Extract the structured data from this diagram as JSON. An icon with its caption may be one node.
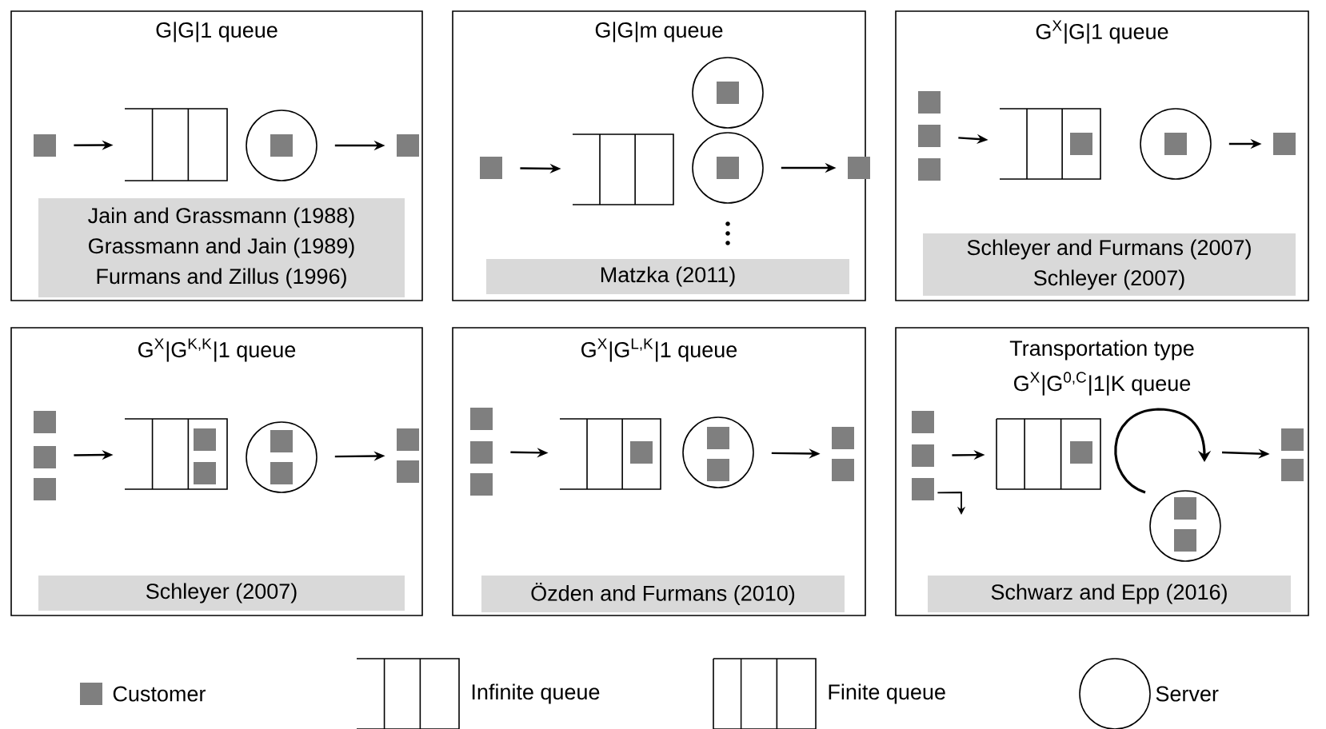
{
  "diagram": {
    "nodes": [
      {
        "text": [
          "G|G|1 queue"
        ]
      },
      {
        "text": [],
        "shape": "box",
        "in": 0
      },
      {
        "text": [],
        "shape": "box",
        "in": 0
      },
      {
        "text": [],
        "shape": "circle",
        "in": 0
      },
      {
        "text": [],
        "shape": "box",
        "in": 0
      },
      {
        "text": [
          "Jain and Grassmann (1988)",
          "Grassmann and Jain (1989)",
          "Furmans and Zillus (1996)"
        ],
        "in": 0
      },
      {
        "text": [
          "G|G|m queue"
        ]
      },
      {
        "text": [],
        "shape": "box",
        "in": 6
      },
      {
        "text": [],
        "shape": "box",
        "in": 6
      },
      {
        "text": [],
        "shape": "circle",
        "in": 6
      },
      {
        "text": [],
        "shape": "circle",
        "in": 6
      },
      {
        "text": [],
        "shape": "box",
        "in": 6
      },
      {
        "text": [
          "Matzka (2011)"
        ],
        "in": 6
      },
      {
        "text": [
          "G$^{X}$|G|1 queue"
        ]
      },
      {
        "text": [],
        "shape": "box",
        "in": 13
      },
      {
        "text": [],
        "shape": "box",
        "in": 13
      },
      {
        "text": [],
        "shape": "circle",
        "in": 13
      },
      {
        "text": [],
        "shape": "box",
        "in": 13
      },
      {
        "text": [
          "Schleyer and Furmans (2007)",
          "Schleyer (2007)"
        ],
        "in": 13
      },
      {
        "text": [
          "G$^{X}$|G$^{K,K}$|1 queue"
        ]
      },
      {
        "text": [],
        "shape": "box",
        "in": 19
      },
      {
        "text": [],
        "shape": "box",
        "in": 19
      },
      {
        "text": [],
        "shape": "circle",
        "in": 19
      },
      {
        "text": [],
        "shape": "box",
        "in": 19
      },
      {
        "text": [
          "Schleyer (2007)"
        ],
        "in": 19
      },
      {
        "text": [
          "G$^{X}$|G$^{L,K}$|1 queue"
        ]
      },
      {
        "text": [],
        "shape": "box",
        "in": 25
      },
      {
        "text": [],
        "shape": "box",
        "in": 25
      },
      {
        "text": [],
        "shape": "circle",
        "in": 25
      },
      {
        "text": [],
        "shape": "box",
        "in": 25
      },
      {
        "text": [
          "Özden and Furmans (2010)"
        ],
        "in": 25
      },
      {
        "text": [
          "Transportation type",
          "G$^{X}$|G$^{0,C}$|1|K queue"
        ]
      },
      {
        "text": [],
        "shape": "box",
        "in": 31
      },
      {
        "text": [],
        "shape": "box",
        "in": 31
      },
      {
        "text": [],
        "shape": "circle",
        "in": 31
      },
      {
        "text": [],
        "shape": "box",
        "in": 31
      },
      {
        "text": [
          "Schwarz and Epp (2016)"
        ],
        "in": 31
      }
    ],
    "edges": [
      {
        "from": 1,
        "to": 2,
        "arrow": "to"
      },
      {
        "from": 3,
        "to": 4,
        "arrow": "to"
      },
      {
        "from": 7,
        "to": 8,
        "arrow": "to"
      },
      {
        "from": 10,
        "to": 11,
        "arrow": "to"
      },
      {
        "from": 14,
        "to": 15,
        "arrow": "to"
      },
      {
        "from": 16,
        "to": 17,
        "arrow": "to"
      },
      {
        "from": 20,
        "to": 21,
        "arrow": "to"
      },
      {
        "from": 22,
        "to": 23,
        "arrow": "to"
      },
      {
        "from": 26,
        "to": 27,
        "arrow": "to"
      },
      {
        "from": 28,
        "to": 29,
        "arrow": "to"
      },
      {
        "from": 32,
        "to": 33,
        "arrow": "to"
      },
      {
        "from": null,
        "to": 35,
        "arrow": "to"
      },
      {
        "from": 32,
        "to": null,
        "arrow": "to"
      }
    ],
    "legend": [
      {
        "text": "Customer",
        "color": "#7f7f7f"
      },
      {
        "text": "Infinite queue"
      },
      {
        "text": "Finite queue"
      },
      {
        "text": "Server"
      }
    ]
  }
}
